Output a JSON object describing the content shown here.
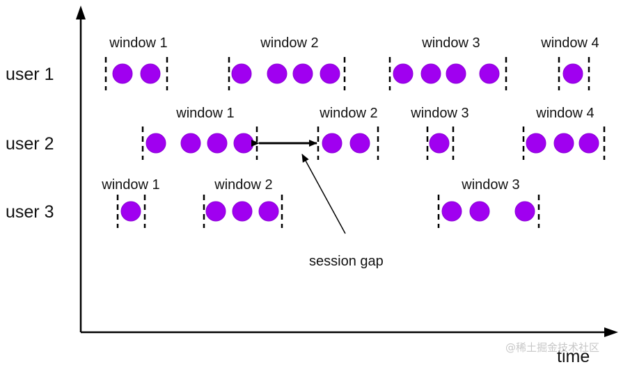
{
  "colors": {
    "event": "#a000f0",
    "event_stroke": "#8a00d6",
    "line": "#000000",
    "text": "#111111",
    "watermark": "#c7c7c7"
  },
  "axis": {
    "x_label": "time"
  },
  "annotation": {
    "label": "session gap"
  },
  "watermark": "@稀土掘金技术社区",
  "rows": [
    {
      "user": "user 1",
      "windows": [
        {
          "label": "window 1",
          "events": 2
        },
        {
          "label": "window 2",
          "events": 4
        },
        {
          "label": "window 3",
          "events": 4
        },
        {
          "label": "window 4",
          "events": 1
        }
      ]
    },
    {
      "user": "user 2",
      "windows": [
        {
          "label": "window 1",
          "events": 4
        },
        {
          "label": "window 2",
          "events": 2
        },
        {
          "label": "window 3",
          "events": 1
        },
        {
          "label": "window 4",
          "events": 3
        }
      ]
    },
    {
      "user": "user 3",
      "windows": [
        {
          "label": "window 1",
          "events": 1
        },
        {
          "label": "window 2",
          "events": 3
        },
        {
          "label": "window 3",
          "events": 3
        }
      ]
    }
  ]
}
